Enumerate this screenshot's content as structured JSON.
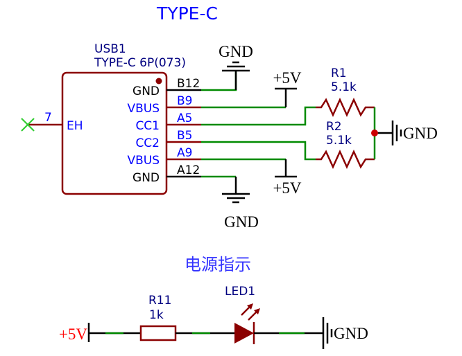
{
  "title": "TYPE-C",
  "colors": {
    "title_blue": "#0000ff",
    "label_navy": "#000080",
    "wire_green": "#008a00",
    "body_red": "#8b0000",
    "power_red": "#ff0000",
    "nc_green": "#33cc33",
    "junction": "#cc0000"
  },
  "usb": {
    "designator": "USB1",
    "value": "TYPE-C 6P(073)",
    "left_pin": {
      "number": "7",
      "name": "EH"
    },
    "pins": [
      {
        "name": "GND",
        "number": "B12"
      },
      {
        "name": "VBUS",
        "number": "B9"
      },
      {
        "name": "CC1",
        "number": "A5"
      },
      {
        "name": "CC2",
        "number": "B5"
      },
      {
        "name": "VBUS",
        "number": "A9"
      },
      {
        "name": "GND",
        "number": "A12"
      }
    ]
  },
  "power": {
    "gnd_top": "GND",
    "vcc_top": "+5V",
    "vcc_bottom": "+5V",
    "gnd_bottom": "GND",
    "gnd_right": "GND"
  },
  "resistors": {
    "r1": {
      "designator": "R1",
      "value": "5.1k"
    },
    "r2": {
      "designator": "R2",
      "value": "5.1k"
    }
  },
  "indicator": {
    "title": "电源指示",
    "vcc": "+5V",
    "resistor": {
      "designator": "R11",
      "value": "1k"
    },
    "led": {
      "designator": "LED1"
    },
    "gnd": "GND"
  }
}
